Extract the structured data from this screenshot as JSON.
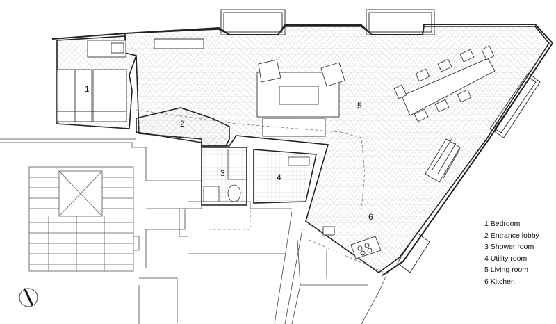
{
  "rooms": [
    {
      "number": "1",
      "name": "Bedroom"
    },
    {
      "number": "2",
      "name": "Entrance lobby"
    },
    {
      "number": "3",
      "name": "Shower room"
    },
    {
      "number": "4",
      "name": "Utility room"
    },
    {
      "number": "5",
      "name": "Living room"
    },
    {
      "number": "6",
      "name": "Kitchen"
    }
  ],
  "legend": [
    "1 Bedroom",
    "2 Entrance lobby",
    "3 Shower room",
    "4 Utility room",
    "5 Living room",
    "6 Kitchen"
  ],
  "icons": {
    "compass": "north-arrow-icon"
  },
  "colors": {
    "line": "#222222",
    "floor_pattern": "#b5b5b5",
    "background": "#ffffff"
  }
}
